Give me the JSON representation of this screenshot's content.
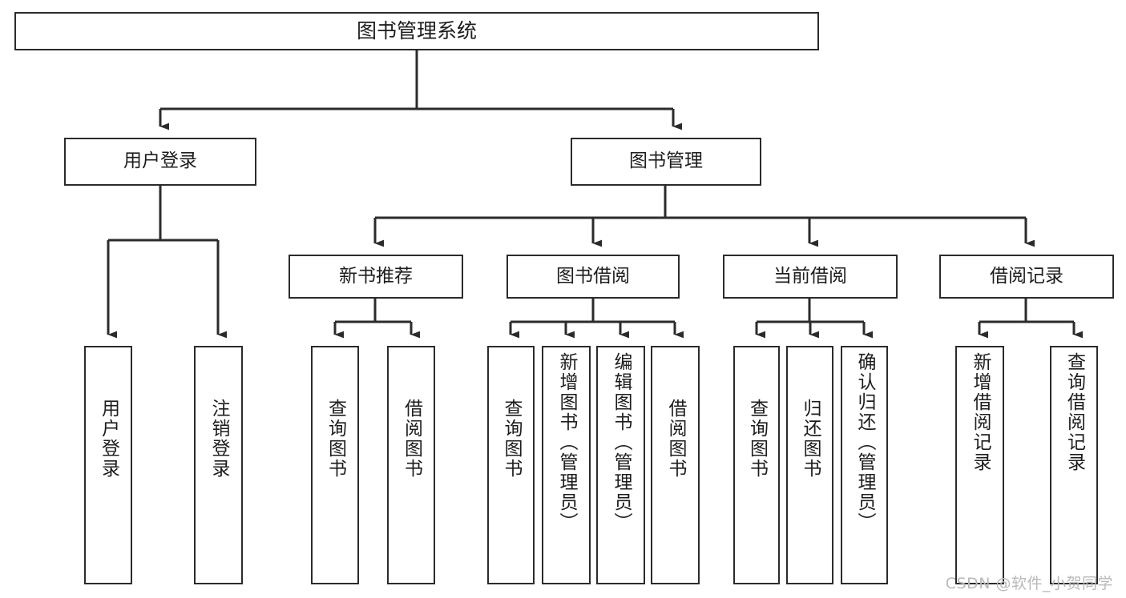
{
  "diagram": {
    "title": "图书管理系统",
    "type": "tree-hierarchy-diagram",
    "watermark": "CSDN @软件_小贺同学",
    "colors": {
      "background": "#ffffff",
      "box_border": "#2b2b2b",
      "box_fill": "#ffffff",
      "text": "#1d1d1d",
      "connector": "#2b2b2b",
      "watermark": "#b9b9b9"
    },
    "root": {
      "label": "图书管理系统"
    },
    "level2": [
      {
        "label": "用户登录"
      },
      {
        "label": "图书管理"
      }
    ],
    "level3": [
      {
        "label": "新书推荐"
      },
      {
        "label": "图书借阅"
      },
      {
        "label": "当前借阅"
      },
      {
        "label": "借阅记录"
      }
    ],
    "leaves": [
      {
        "label": "用户登录",
        "parent": "用户登录"
      },
      {
        "label": "注销登录",
        "parent": "用户登录"
      },
      {
        "label": "查询图书",
        "parent": "新书推荐"
      },
      {
        "label": "借阅图书",
        "parent": "新书推荐"
      },
      {
        "label": "查询图书",
        "parent": "图书借阅"
      },
      {
        "label": "新增图书（管理员）",
        "parent": "图书借阅"
      },
      {
        "label": "编辑图书（管理员）",
        "parent": "图书借阅"
      },
      {
        "label": "借阅图书",
        "parent": "图书借阅"
      },
      {
        "label": "查询图书",
        "parent": "当前借阅"
      },
      {
        "label": "归还图书",
        "parent": "当前借阅"
      },
      {
        "label": "确认归还（管理员）",
        "parent": "当前借阅"
      },
      {
        "label": "新增借阅记录",
        "parent": "借阅记录"
      },
      {
        "label": "查询借阅记录",
        "parent": "借阅记录"
      }
    ]
  }
}
